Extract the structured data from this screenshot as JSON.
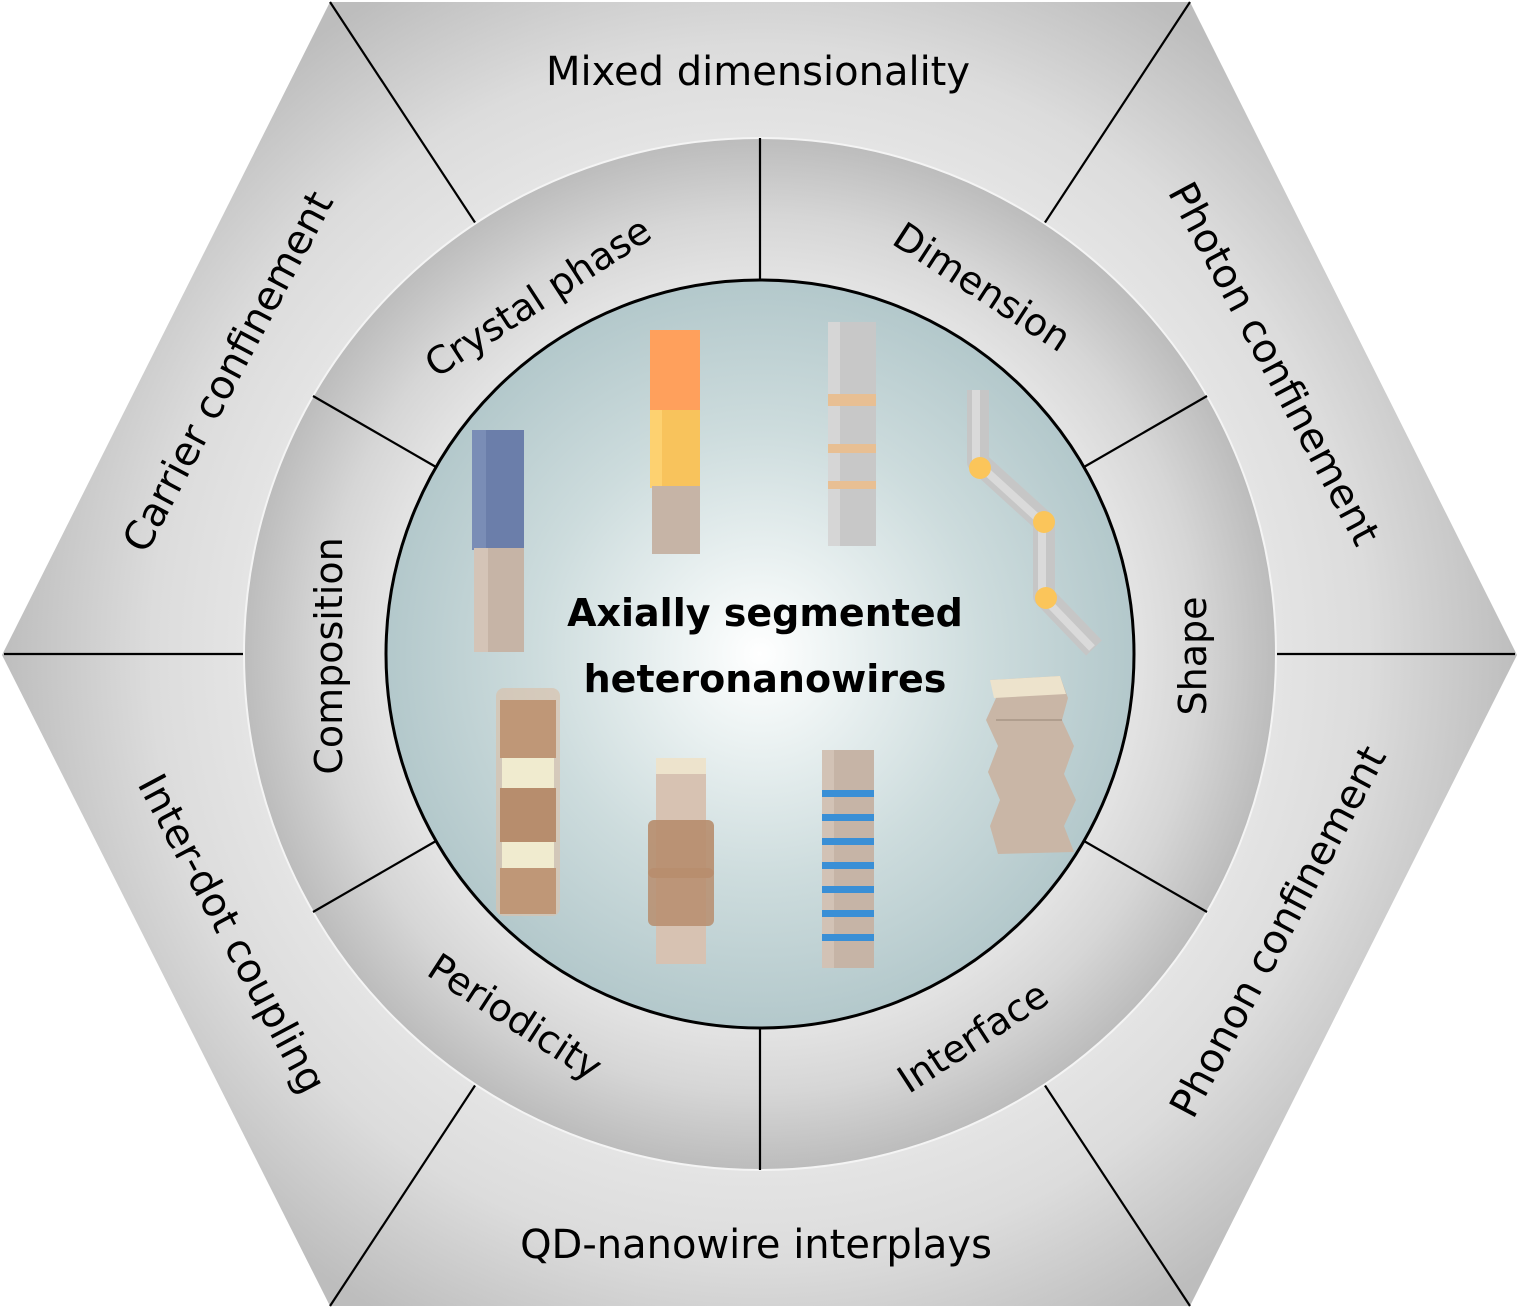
{
  "diagram": {
    "center_title": {
      "line1": "Axially segmented",
      "line2": "heteronanowires"
    },
    "middle_ring": [
      {
        "id": "crystal-phase",
        "label": "Crystal phase"
      },
      {
        "id": "dimension",
        "label": "Dimension"
      },
      {
        "id": "shape",
        "label": "Shape"
      },
      {
        "id": "interface",
        "label": "Interface"
      },
      {
        "id": "periodicity",
        "label": "Periodicity"
      },
      {
        "id": "composition",
        "label": "Composition"
      }
    ],
    "outer_ring": [
      {
        "id": "mixed-dimensionality",
        "label": "Mixed dimensionality"
      },
      {
        "id": "photon-confinement",
        "label": "Photon confinement"
      },
      {
        "id": "phonon-confinement",
        "label": "Phonon confinement"
      },
      {
        "id": "qd-nanowire-interplays",
        "label": "QD-nanowire interplays"
      },
      {
        "id": "inter-dot-coupling",
        "label": "Inter-dot coupling"
      },
      {
        "id": "carrier-confinement",
        "label": "Carrier confinement"
      }
    ],
    "nanowires": [
      {
        "id": "composition-wire",
        "segments": [
          "#6b7eaa",
          "#c6b4a6"
        ]
      },
      {
        "id": "crystal-phase-wire",
        "segments": [
          "#ffa05c",
          "#f8c35c",
          "#c6b4a6"
        ]
      },
      {
        "id": "dimension-wire",
        "segments": [
          "#c8c8c8"
        ],
        "bands": "#e8bf93"
      },
      {
        "id": "shape-wire",
        "segments": [
          "#c8c8c8"
        ],
        "joints": "#fbc55a"
      },
      {
        "id": "periodicity-wire",
        "segments": [
          "#bf9777",
          "#f0ebcf"
        ]
      },
      {
        "id": "dots-wire",
        "segments": [
          "#d7c2b2",
          "#b78d6d"
        ]
      },
      {
        "id": "interface-wire",
        "segments": [
          "#c6b4a6"
        ],
        "bands": "#3a8fd6"
      },
      {
        "id": "zigzag-wire",
        "segments": [
          "#c9b6a6"
        ]
      }
    ],
    "colors": {
      "ring_light": "#e2e2e2",
      "ring_dark": "#bdbdbd",
      "core_center": "#f6fafa",
      "core_edge": "#b5cacd"
    }
  }
}
